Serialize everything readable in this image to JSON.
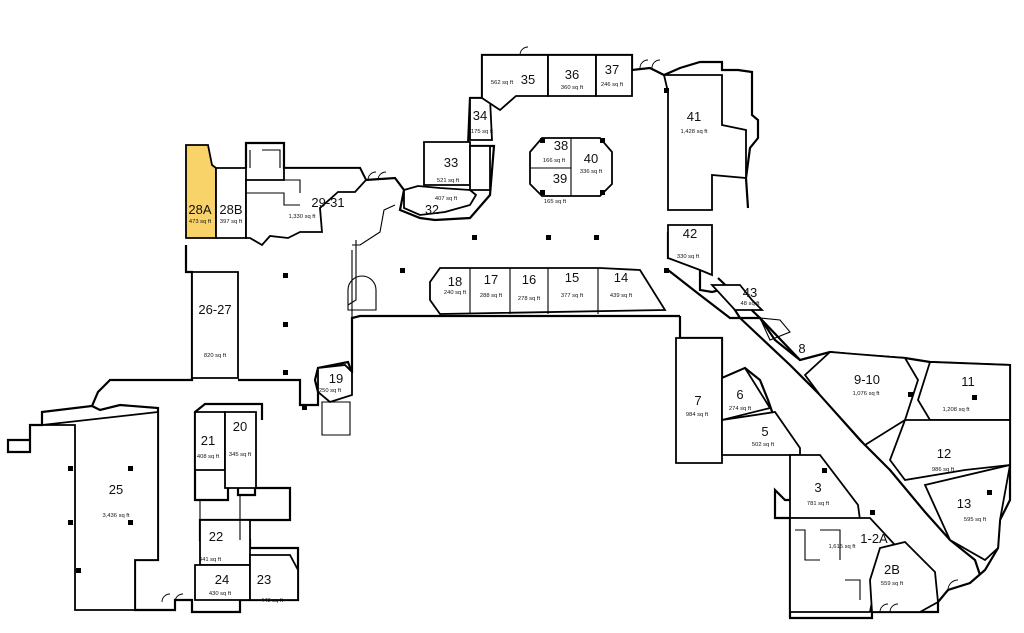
{
  "colors": {
    "highlight": "#f7d36a",
    "wall": "#000000",
    "background": "#ffffff"
  },
  "units": [
    {
      "id": "u28a",
      "label": "28A",
      "area": "473 sq ft",
      "highlight": true
    },
    {
      "id": "u28b",
      "label": "28B",
      "area": "397 sq ft"
    },
    {
      "id": "u2931",
      "label": "29-31",
      "area": "1,330 sq ft"
    },
    {
      "id": "u32",
      "label": "32",
      "area": "407 sq ft"
    },
    {
      "id": "u33",
      "label": "33",
      "area": "521 sq ft"
    },
    {
      "id": "u34",
      "label": "34",
      "area": "175 sq ft"
    },
    {
      "id": "u35",
      "label": "35",
      "area": "562 sq ft"
    },
    {
      "id": "u36",
      "label": "36",
      "area": "360 sq ft"
    },
    {
      "id": "u37",
      "label": "37",
      "area": "246 sq ft"
    },
    {
      "id": "u38",
      "label": "38",
      "area": "166 sq ft"
    },
    {
      "id": "u39",
      "label": "39",
      "area": "165 sq ft"
    },
    {
      "id": "u40",
      "label": "40",
      "area": "336 sq ft"
    },
    {
      "id": "u41",
      "label": "41",
      "area": "1,428 sq ft"
    },
    {
      "id": "u42",
      "label": "42",
      "area": "330 sq ft"
    },
    {
      "id": "u43",
      "label": "43",
      "area": "48 sq ft"
    },
    {
      "id": "u2627",
      "label": "26-27",
      "area": "820 sq ft"
    },
    {
      "id": "u18",
      "label": "18",
      "area": "240 sq ft"
    },
    {
      "id": "u17",
      "label": "17",
      "area": "288 sq ft"
    },
    {
      "id": "u16",
      "label": "16",
      "area": "278 sq ft"
    },
    {
      "id": "u15",
      "label": "15",
      "area": "377 sq ft"
    },
    {
      "id": "u14",
      "label": "14",
      "area": "439 sq ft"
    },
    {
      "id": "u19",
      "label": "19",
      "area": "250 sq ft"
    },
    {
      "id": "u21",
      "label": "21",
      "area": "408 sq ft"
    },
    {
      "id": "u20",
      "label": "20",
      "area": "345 sq ft"
    },
    {
      "id": "u25",
      "label": "25",
      "area": "3,436 sq ft"
    },
    {
      "id": "u22",
      "label": "22",
      "area": "441 sq ft"
    },
    {
      "id": "u24",
      "label": "24",
      "area": "430 sq ft"
    },
    {
      "id": "u23",
      "label": "23",
      "area": "448 sq ft"
    },
    {
      "id": "u7",
      "label": "7",
      "area": "984 sq ft"
    },
    {
      "id": "u6",
      "label": "6",
      "area": "274 sq ft"
    },
    {
      "id": "u5",
      "label": "5",
      "area": "502 sq ft"
    },
    {
      "id": "u8",
      "label": "8",
      "area": ""
    },
    {
      "id": "u910",
      "label": "9-10",
      "area": "1,076 sq ft"
    },
    {
      "id": "u11",
      "label": "11",
      "area": "1,208 sq ft"
    },
    {
      "id": "u12",
      "label": "12",
      "area": "986 sq ft"
    },
    {
      "id": "u13",
      "label": "13",
      "area": "595 sq ft"
    },
    {
      "id": "u3",
      "label": "3",
      "area": "781 sq ft"
    },
    {
      "id": "u12a",
      "label": "1-2A",
      "area": "1,615 sq ft"
    },
    {
      "id": "u2b",
      "label": "2B",
      "area": "559 sq ft"
    }
  ]
}
